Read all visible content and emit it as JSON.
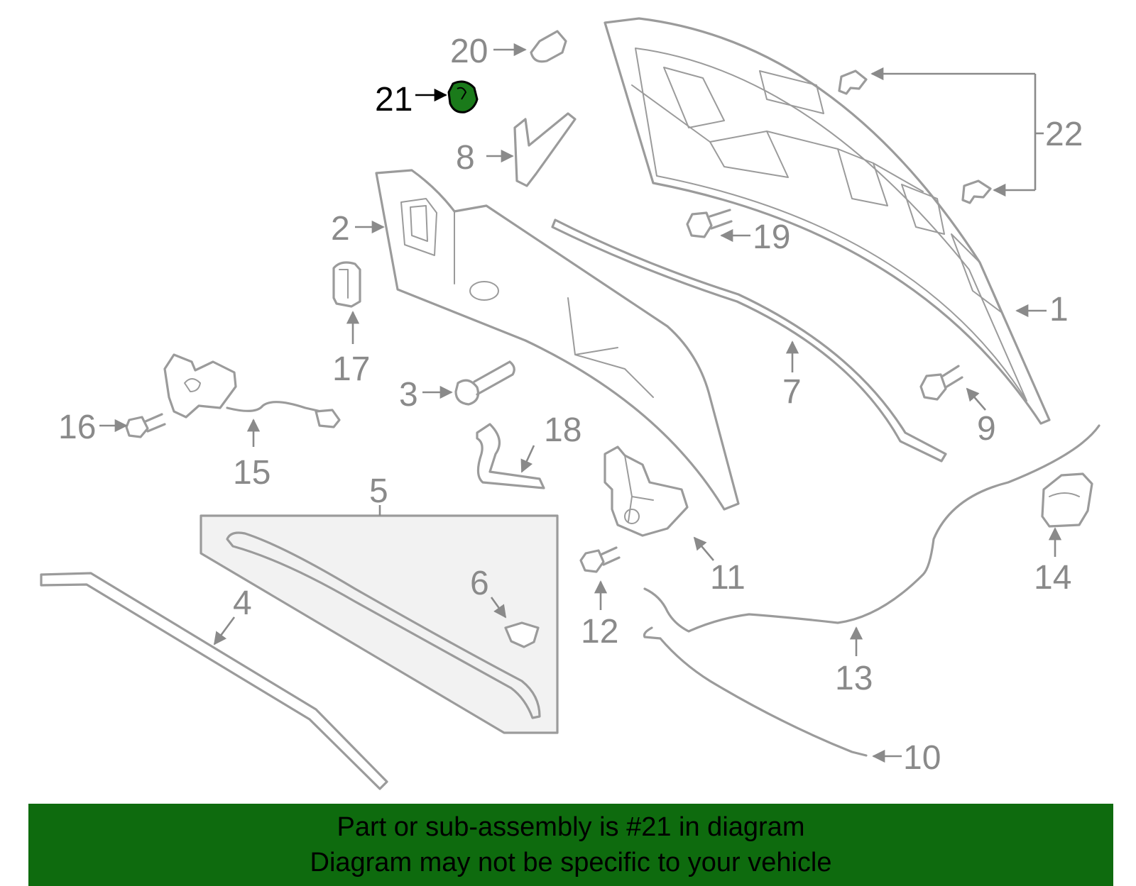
{
  "highlight": {
    "part_number": "21",
    "color": "#0e6b0e"
  },
  "callouts": {
    "c1": "1",
    "c2": "2",
    "c3": "3",
    "c4": "4",
    "c5": "5",
    "c6": "6",
    "c7": "7",
    "c8": "8",
    "c9": "9",
    "c10": "10",
    "c11": "11",
    "c12": "12",
    "c13": "13",
    "c14": "14",
    "c15": "15",
    "c16": "16",
    "c17": "17",
    "c18": "18",
    "c19": "19",
    "c20": "20",
    "c21": "21",
    "c22": "22"
  },
  "banner": {
    "line1": "Part or sub-assembly is #21 in diagram",
    "line2": "Diagram may not be specific to your vehicle",
    "background": "#0e6b0e"
  }
}
